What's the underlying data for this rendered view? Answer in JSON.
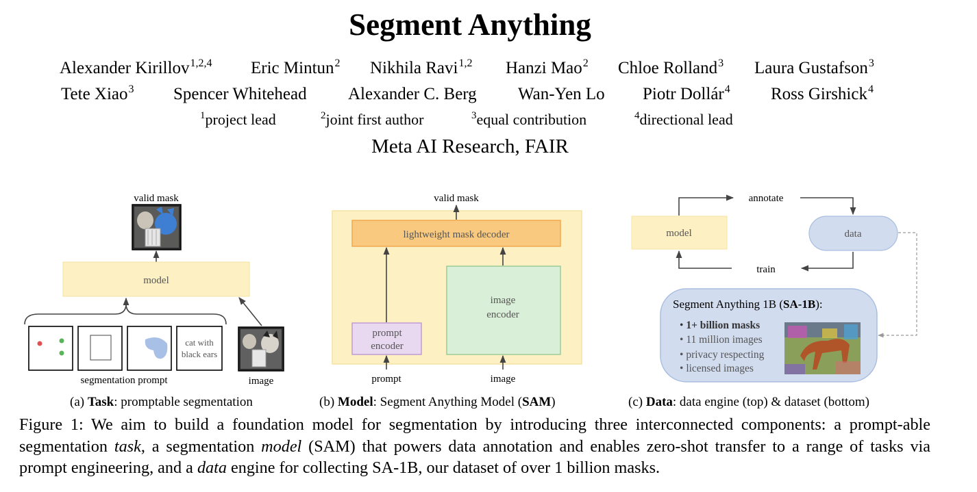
{
  "title": "Segment Anything",
  "authors_row1": [
    {
      "name": "Alexander Kirillov",
      "sup": "1,2,4"
    },
    {
      "name": "Eric Mintun",
      "sup": "2"
    },
    {
      "name": "Nikhila Ravi",
      "sup": "1,2"
    },
    {
      "name": "Hanzi Mao",
      "sup": "2"
    },
    {
      "name": "Chloe Rolland",
      "sup": "3"
    },
    {
      "name": "Laura Gustafson",
      "sup": "3"
    }
  ],
  "authors_row2": [
    {
      "name": "Tete Xiao",
      "sup": "3"
    },
    {
      "name": "Spencer Whitehead",
      "sup": ""
    },
    {
      "name": "Alexander C. Berg",
      "sup": ""
    },
    {
      "name": "Wan-Yen Lo",
      "sup": ""
    },
    {
      "name": "Piotr Dollár",
      "sup": "4"
    },
    {
      "name": "Ross Girshick",
      "sup": "4"
    }
  ],
  "notes": [
    {
      "sup": "1",
      "text": "project lead"
    },
    {
      "sup": "2",
      "text": "joint first author"
    },
    {
      "sup": "3",
      "text": "equal contribution"
    },
    {
      "sup": "4",
      "text": "directional lead"
    }
  ],
  "affiliation": "Meta AI Research, FAIR",
  "panel_a": {
    "valid_mask": "valid mask",
    "model": "model",
    "prompt_text": [
      "cat with",
      "black ears"
    ],
    "seg_prompt": "segmentation prompt",
    "image": "image",
    "caption_prefix": "(a) ",
    "caption_bold": "Task",
    "caption_rest": ": promptable segmentation"
  },
  "panel_b": {
    "valid_mask": "valid mask",
    "decoder": "lightweight mask decoder",
    "prompt_encoder": [
      "prompt",
      "encoder"
    ],
    "image_encoder": [
      "image",
      "encoder"
    ],
    "prompt": "prompt",
    "image": "image",
    "caption_prefix": "(b) ",
    "caption_bold": "Model",
    "caption_mid": ": Segment Anything Model (",
    "caption_bold2": "SAM",
    "caption_end": ")"
  },
  "panel_c": {
    "annotate": "annotate",
    "model": "model",
    "data": "data",
    "train": "train",
    "dataset_title_pre": "Segment Anything 1B (",
    "dataset_title_bold": "SA-1B",
    "dataset_title_post": "):",
    "bullets": [
      "1+ billion masks",
      "11 million images",
      "privacy respecting",
      "licensed images"
    ],
    "caption_prefix": "(c) ",
    "caption_bold": "Data",
    "caption_rest": ": data engine (top) & dataset (bottom)"
  },
  "caption": {
    "p1": "Figure 1: We aim to build a foundation model for segmentation by introducing three interconnected components: a prompt-able segmentation ",
    "i1": "task",
    "p2": ", a segmentation ",
    "i2": "model",
    "p3": " (SAM) that powers data annotation and enables zero-shot transfer to a range of tasks via prompt engineering, and a ",
    "i3": "data",
    "p4": " engine for collecting SA-1B, our dataset of over 1 billion masks."
  }
}
